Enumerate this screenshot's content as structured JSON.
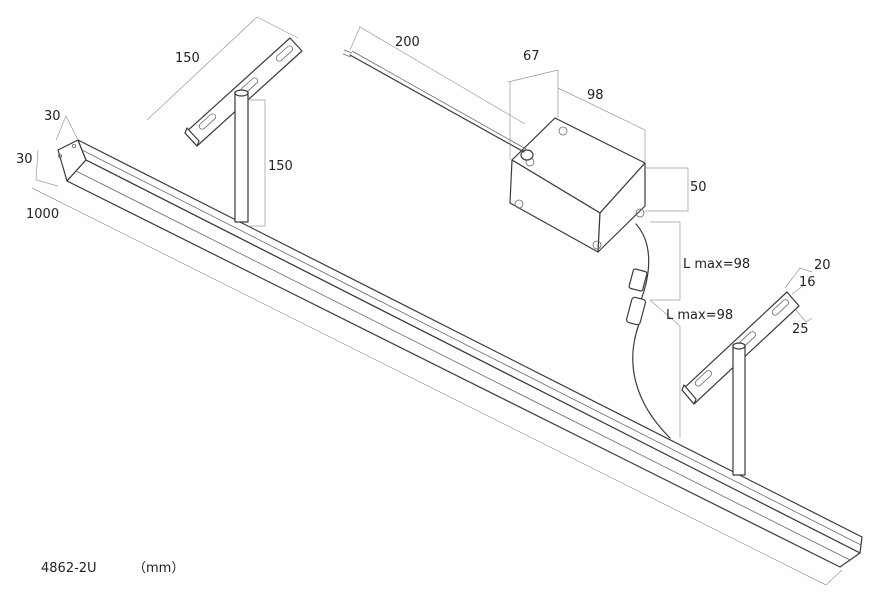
{
  "dimensions": {
    "bracket_left_length": "150",
    "bracket_left_height": "150",
    "profile_width": "30",
    "profile_height": "30",
    "profile_length": "1000",
    "cable_length": "200",
    "box_depth": "67",
    "box_width": "98",
    "box_height": "50",
    "lead_upper": "L max=98",
    "lead_lower": "L max=98",
    "bracket_right_width": "20",
    "bracket_right_inner": "16",
    "bracket_right_offset": "25"
  },
  "footer": {
    "model": "4862-2U",
    "unit": "（mm）"
  }
}
